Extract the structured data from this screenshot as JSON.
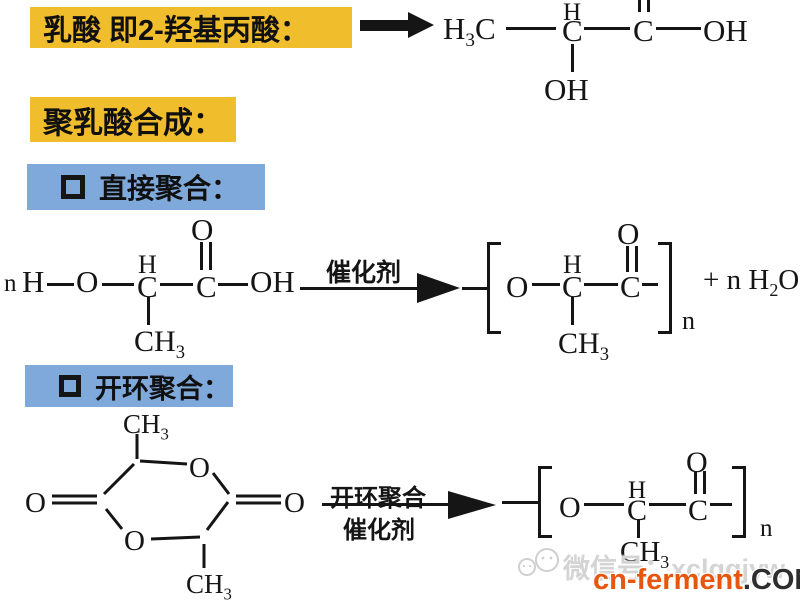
{
  "colors": {
    "highlight_yellow": "#F0BD2C",
    "highlight_blue": "#7FA9DA",
    "ink": "#151515",
    "watermark_gray": "#D4D4D4",
    "watermark_red": "#E8560D",
    "watermark_dark": "#2E2E2E"
  },
  "titles": {
    "lactic_acid": "乳酸 即2-羟基丙酸：",
    "pla_synthesis": "聚乳酸合成："
  },
  "sections": {
    "direct_poly": "直接聚合：",
    "ring_open_poly": "开环聚合："
  },
  "arrow_labels": {
    "catalyst": "催化剂",
    "ring_open": "开环聚合",
    "ring_catalyst": "催化剂"
  },
  "atoms": {
    "C": "C",
    "H": "H",
    "O": "O",
    "OH": "OH",
    "n": "n",
    "H3C": {
      "pre": "H",
      "sub": "3",
      "post": "C"
    },
    "CH3": {
      "pre": "CH",
      "sub": "3"
    },
    "plus_nH2O": {
      "pre": "+ n H",
      "sub": "2",
      "post": "O"
    }
  },
  "watermark": {
    "wechat_id": "微信号：xclqqjyw",
    "site_name": "cn-ferment",
    "site_tld": ".COM"
  }
}
